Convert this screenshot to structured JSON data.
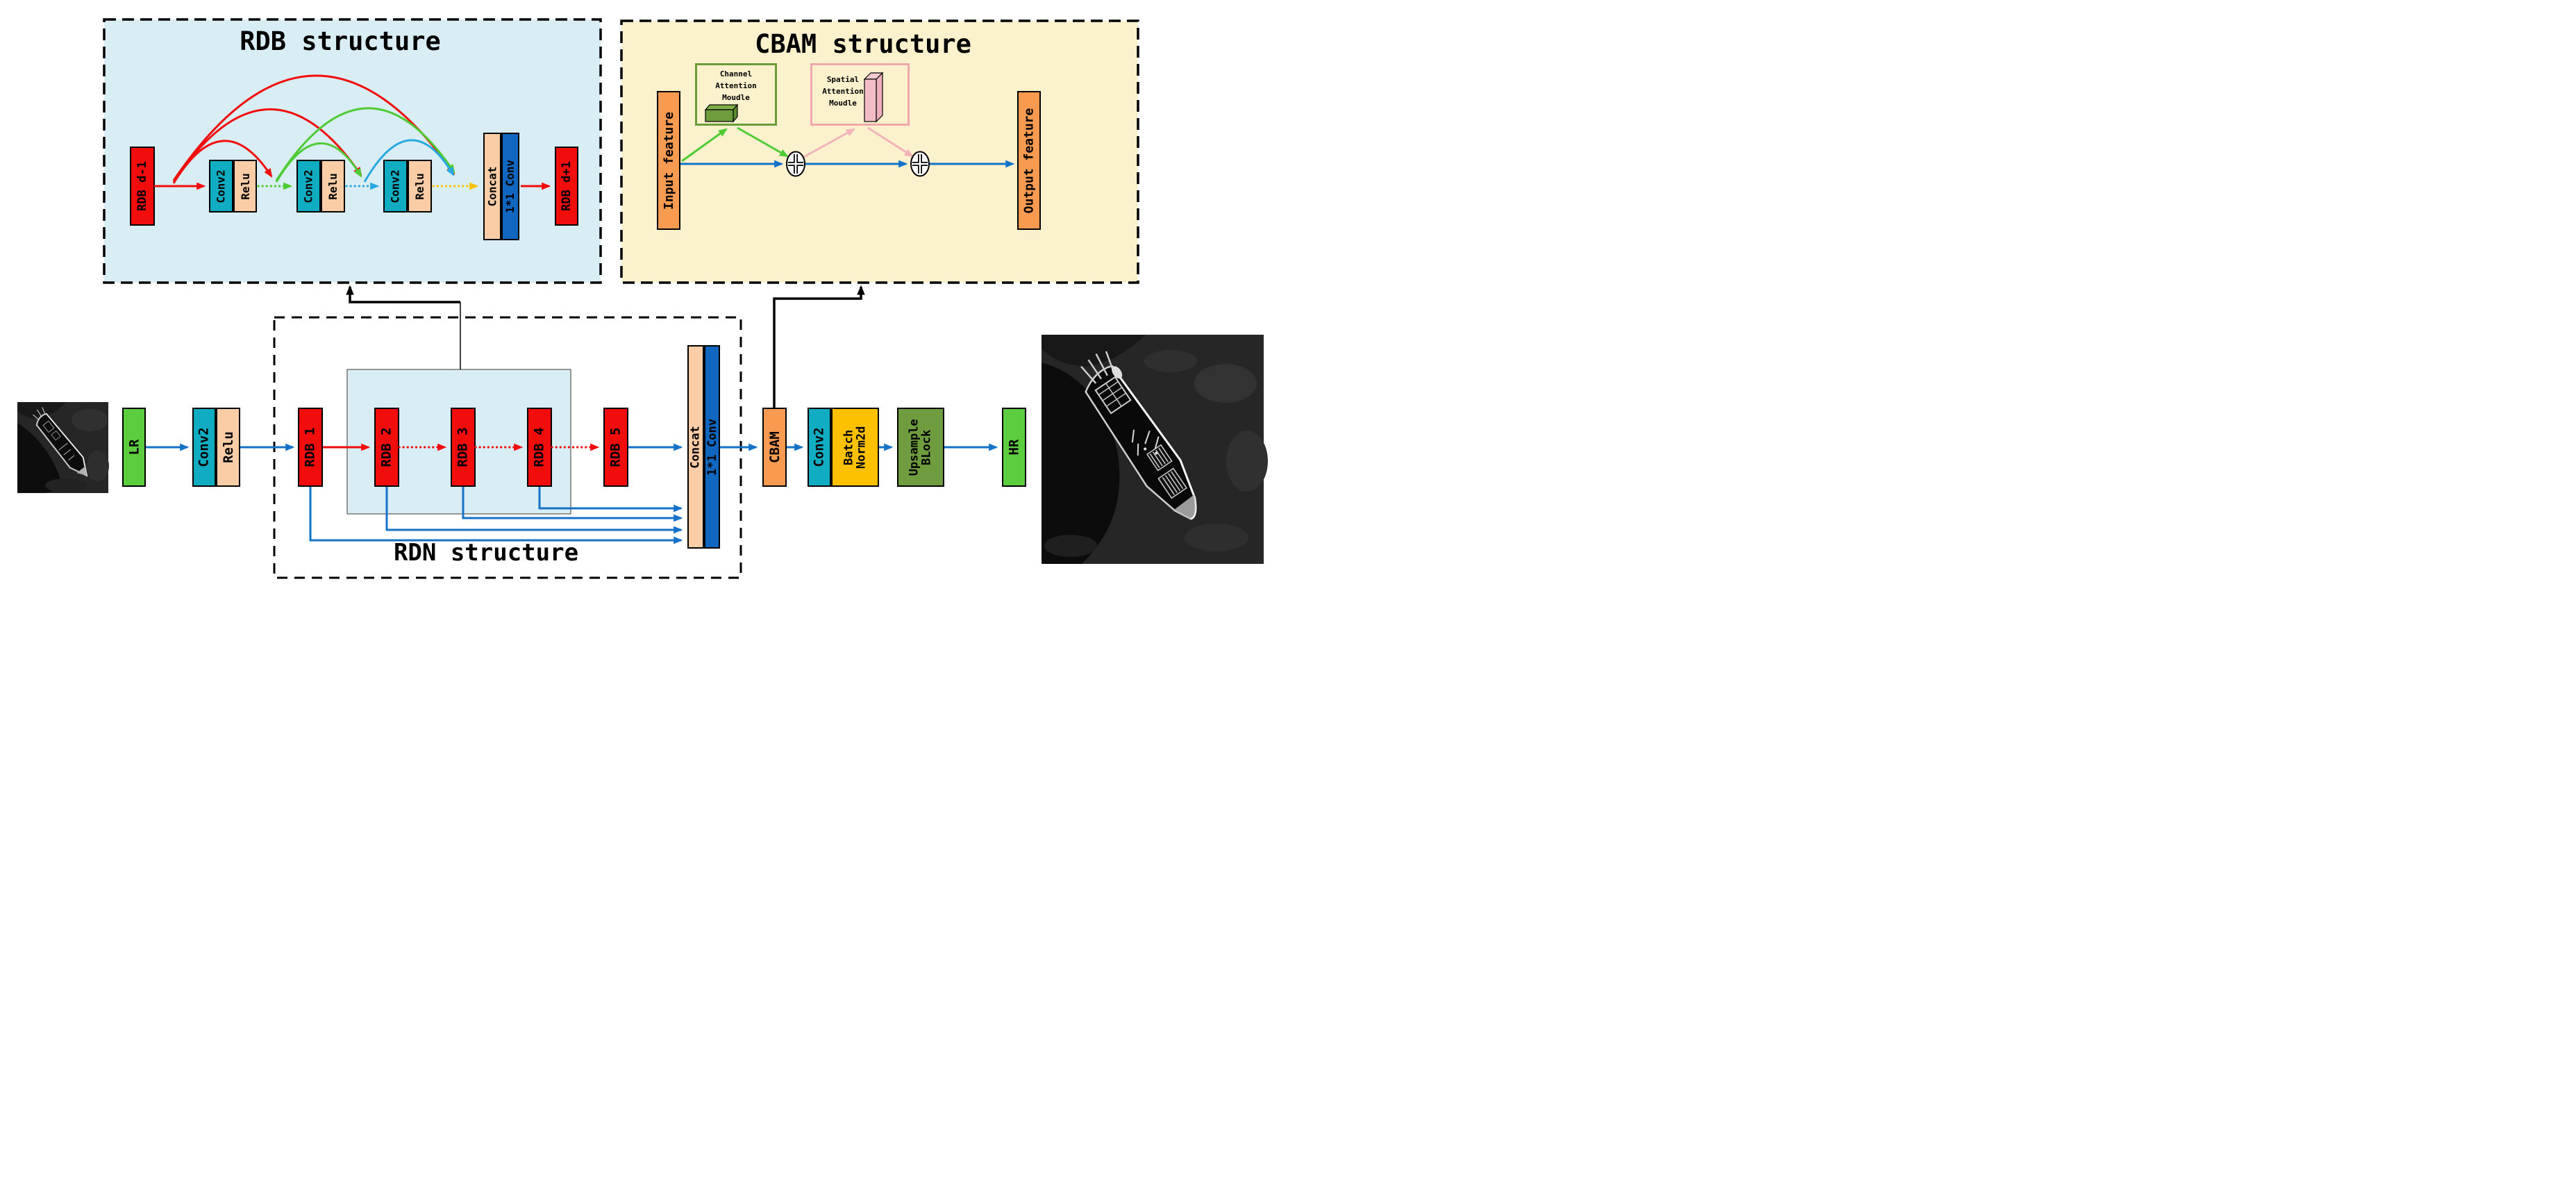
{
  "rdb_panel": {
    "title": "RDB structure",
    "input_block": "RDB d-1",
    "conv_pairs": [
      {
        "conv": "Conv2",
        "act": "Relu"
      },
      {
        "conv": "Conv2",
        "act": "Relu"
      },
      {
        "conv": "Conv2",
        "act": "Relu"
      }
    ],
    "concat": "Concat",
    "conv1x1": "1*1 Conv",
    "output_block": "RDB d+1"
  },
  "cbam_panel": {
    "title": "CBAM structure",
    "input_feature": "Input feature",
    "channel_module_lines": [
      "Channel",
      "Attention",
      "Moudle"
    ],
    "spatial_module_lines": [
      "Spatial",
      "Attention",
      "Moudle"
    ],
    "output_feature": "Output feature",
    "add_operator_icon": "circled-plus"
  },
  "rdn_panel": {
    "title": "RDN structure"
  },
  "pipeline": {
    "lr": "LR",
    "conv2": "Conv2",
    "relu": "Relu",
    "rdb_blocks": [
      "RDB 1",
      "RDB 2",
      "RDB 3",
      "RDB 4",
      "RDB 5"
    ],
    "concat": "Concat",
    "conv1x1": "1*1 Conv",
    "cbam": "CBAM",
    "conv2_tail": "Conv2",
    "batchnorm_lines": [
      "Batch",
      "Norm2d"
    ],
    "upsample_lines": [
      "Upsample",
      "BLock"
    ],
    "hr": "HR"
  },
  "colors": {
    "panel_lightblue": "#d9edf4",
    "panel_cream": "#fcf1cd",
    "block_red": "#f20d0d",
    "block_teal": "#10adc2",
    "block_peach": "#fbcda6",
    "block_blue": "#1166c0",
    "block_green": "#5ccd3e",
    "block_orange": "#f89a50",
    "block_gold": "#fdc101",
    "block_olive": "#6f9c3e",
    "arrow_blue": "#1472c8",
    "arrow_red": "#f20d0d",
    "arrow_green": "#4fcb35",
    "arrow_cyan": "#29a8e4",
    "arrow_yellow": "#fdc101",
    "arrow_pink": "#f2b4ba",
    "channel_module_border": "#6a9c38",
    "spatial_module_border": "#f0a8ac"
  }
}
